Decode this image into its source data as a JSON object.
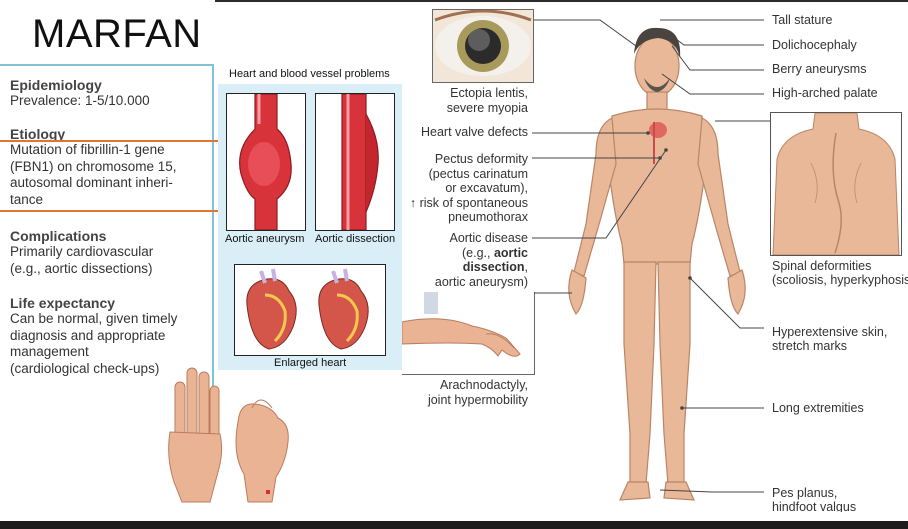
{
  "title": "MARFAN",
  "sections": [
    {
      "heading": "Epidemiology",
      "lines": [
        "Prevalence: 1-5/10.000"
      ]
    },
    {
      "heading": "Etiology",
      "lines": [
        "Mutation of fibrillin-1 gene",
        "(FBN1) on chromosome 15,",
        "autosomal dominant inheri-",
        "tance"
      ]
    },
    {
      "heading": "Complications",
      "lines": [
        "Primarily cardiovascular",
        "(e.g., aortic dissections)"
      ]
    },
    {
      "heading": "Life expectancy",
      "lines": [
        "Can be normal, given timely",
        "diagnosis and appropriate",
        "management",
        "(cardiological check-ups)"
      ]
    }
  ],
  "vessel_panel": {
    "title": "Heart and blood vessel problems",
    "aneurysm_label": "Aortic aneurysm",
    "dissection_label": "Aortic dissection",
    "heart_label": "Enlarged heart"
  },
  "left_labels": {
    "ectopia": [
      "Ectopia lentis,",
      "severe myopia"
    ],
    "valve": "Heart valve defects",
    "pectus": [
      "Pectus deformity",
      "(pectus carinatum",
      "or excavatum),",
      "↑ risk of spontaneous",
      "pneumothorax"
    ],
    "aortic_disease": "Aortic disease",
    "aortic_eg": "(e.g., ",
    "aortic_bold": "aortic dissection",
    "aortic_comma": ",",
    "aortic_line3": "aortic aneurysm)",
    "arachno": [
      "Arachnodactyly,",
      "joint hypermobility"
    ]
  },
  "right_labels": {
    "tall": "Tall stature",
    "dolicho": "Dolichocephaly",
    "berry": "Berry aneurysms",
    "palate": "High-arched palate",
    "spinal": [
      "Spinal deformities",
      "(scoliosis, hyperkyphosis)"
    ],
    "skin": [
      "Hyperextensive skin,",
      "stretch marks"
    ],
    "limbs": "Long extremities",
    "feet": [
      "Pes planus,",
      "hindfoot valgus"
    ]
  },
  "colors": {
    "accent_border": "#7fc4d6",
    "highlight": "#e07436",
    "panel_bg": "#d9eef7",
    "skin": "#e8b898",
    "vessel": "#d8323a"
  }
}
